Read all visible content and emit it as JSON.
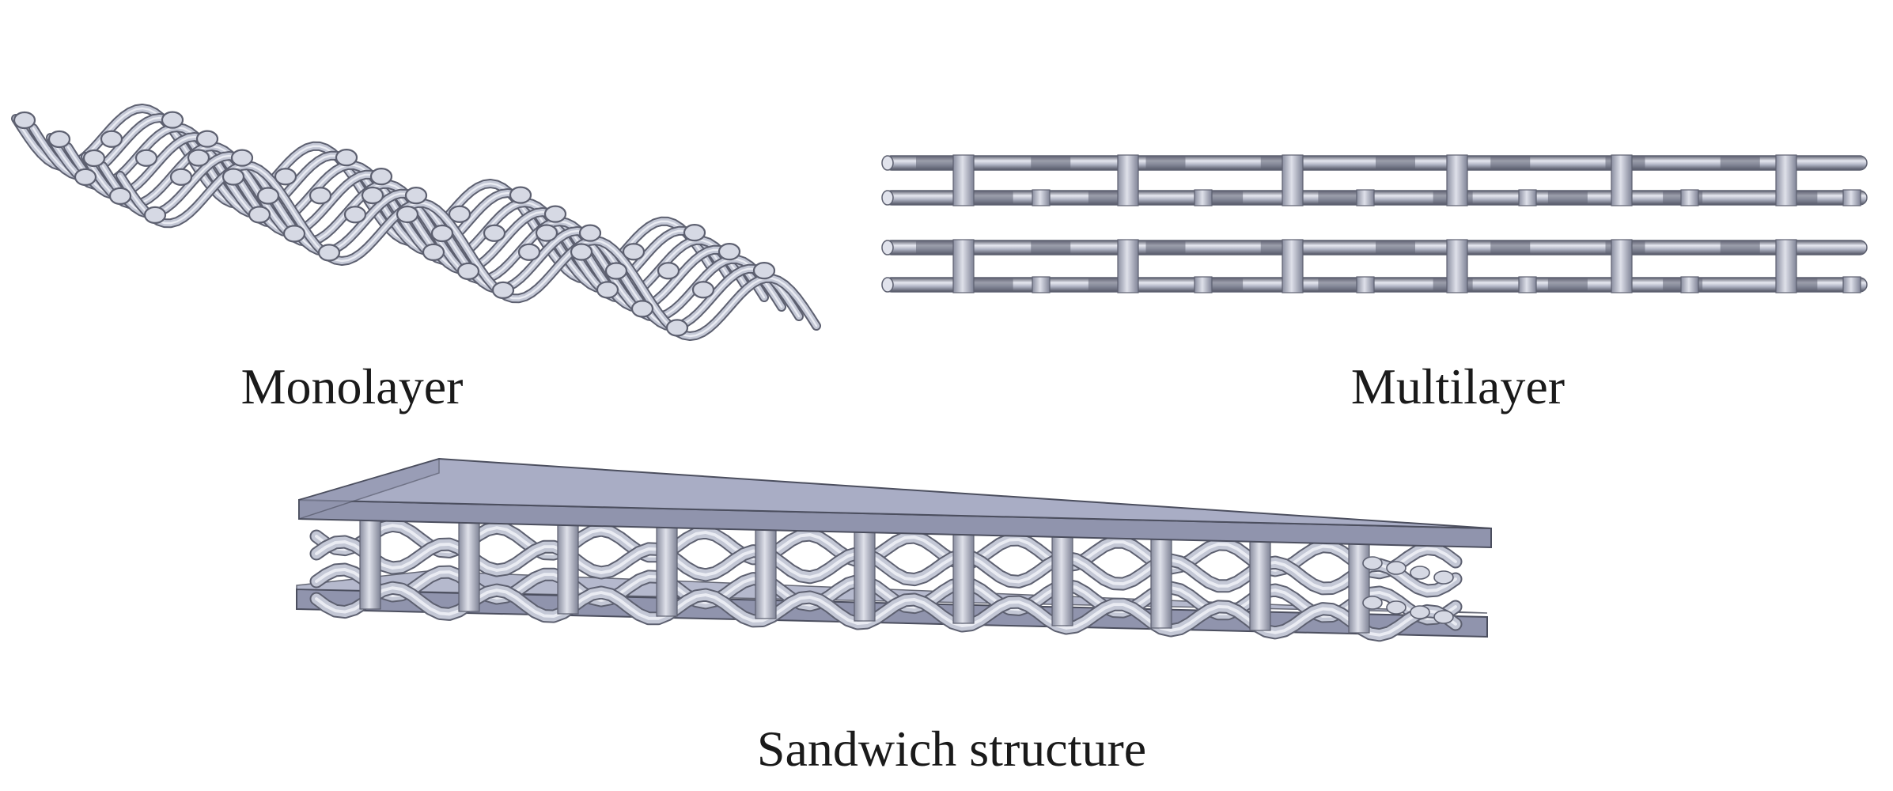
{
  "panels": {
    "monolayer": {
      "caption": "Monolayer"
    },
    "multilayer": {
      "caption": "Multilayer"
    },
    "sandwich": {
      "caption": "Sandwich structure"
    }
  },
  "colors": {
    "wire_fill": "#c4c8d6",
    "wire_stroke": "#5d6070",
    "wire_shade": "#8a8ea0",
    "plate_top": "#a9adc5",
    "plate_side": "#9094ad",
    "plate_edge": "#4b4e5e",
    "caption": "#1a1a1a"
  }
}
